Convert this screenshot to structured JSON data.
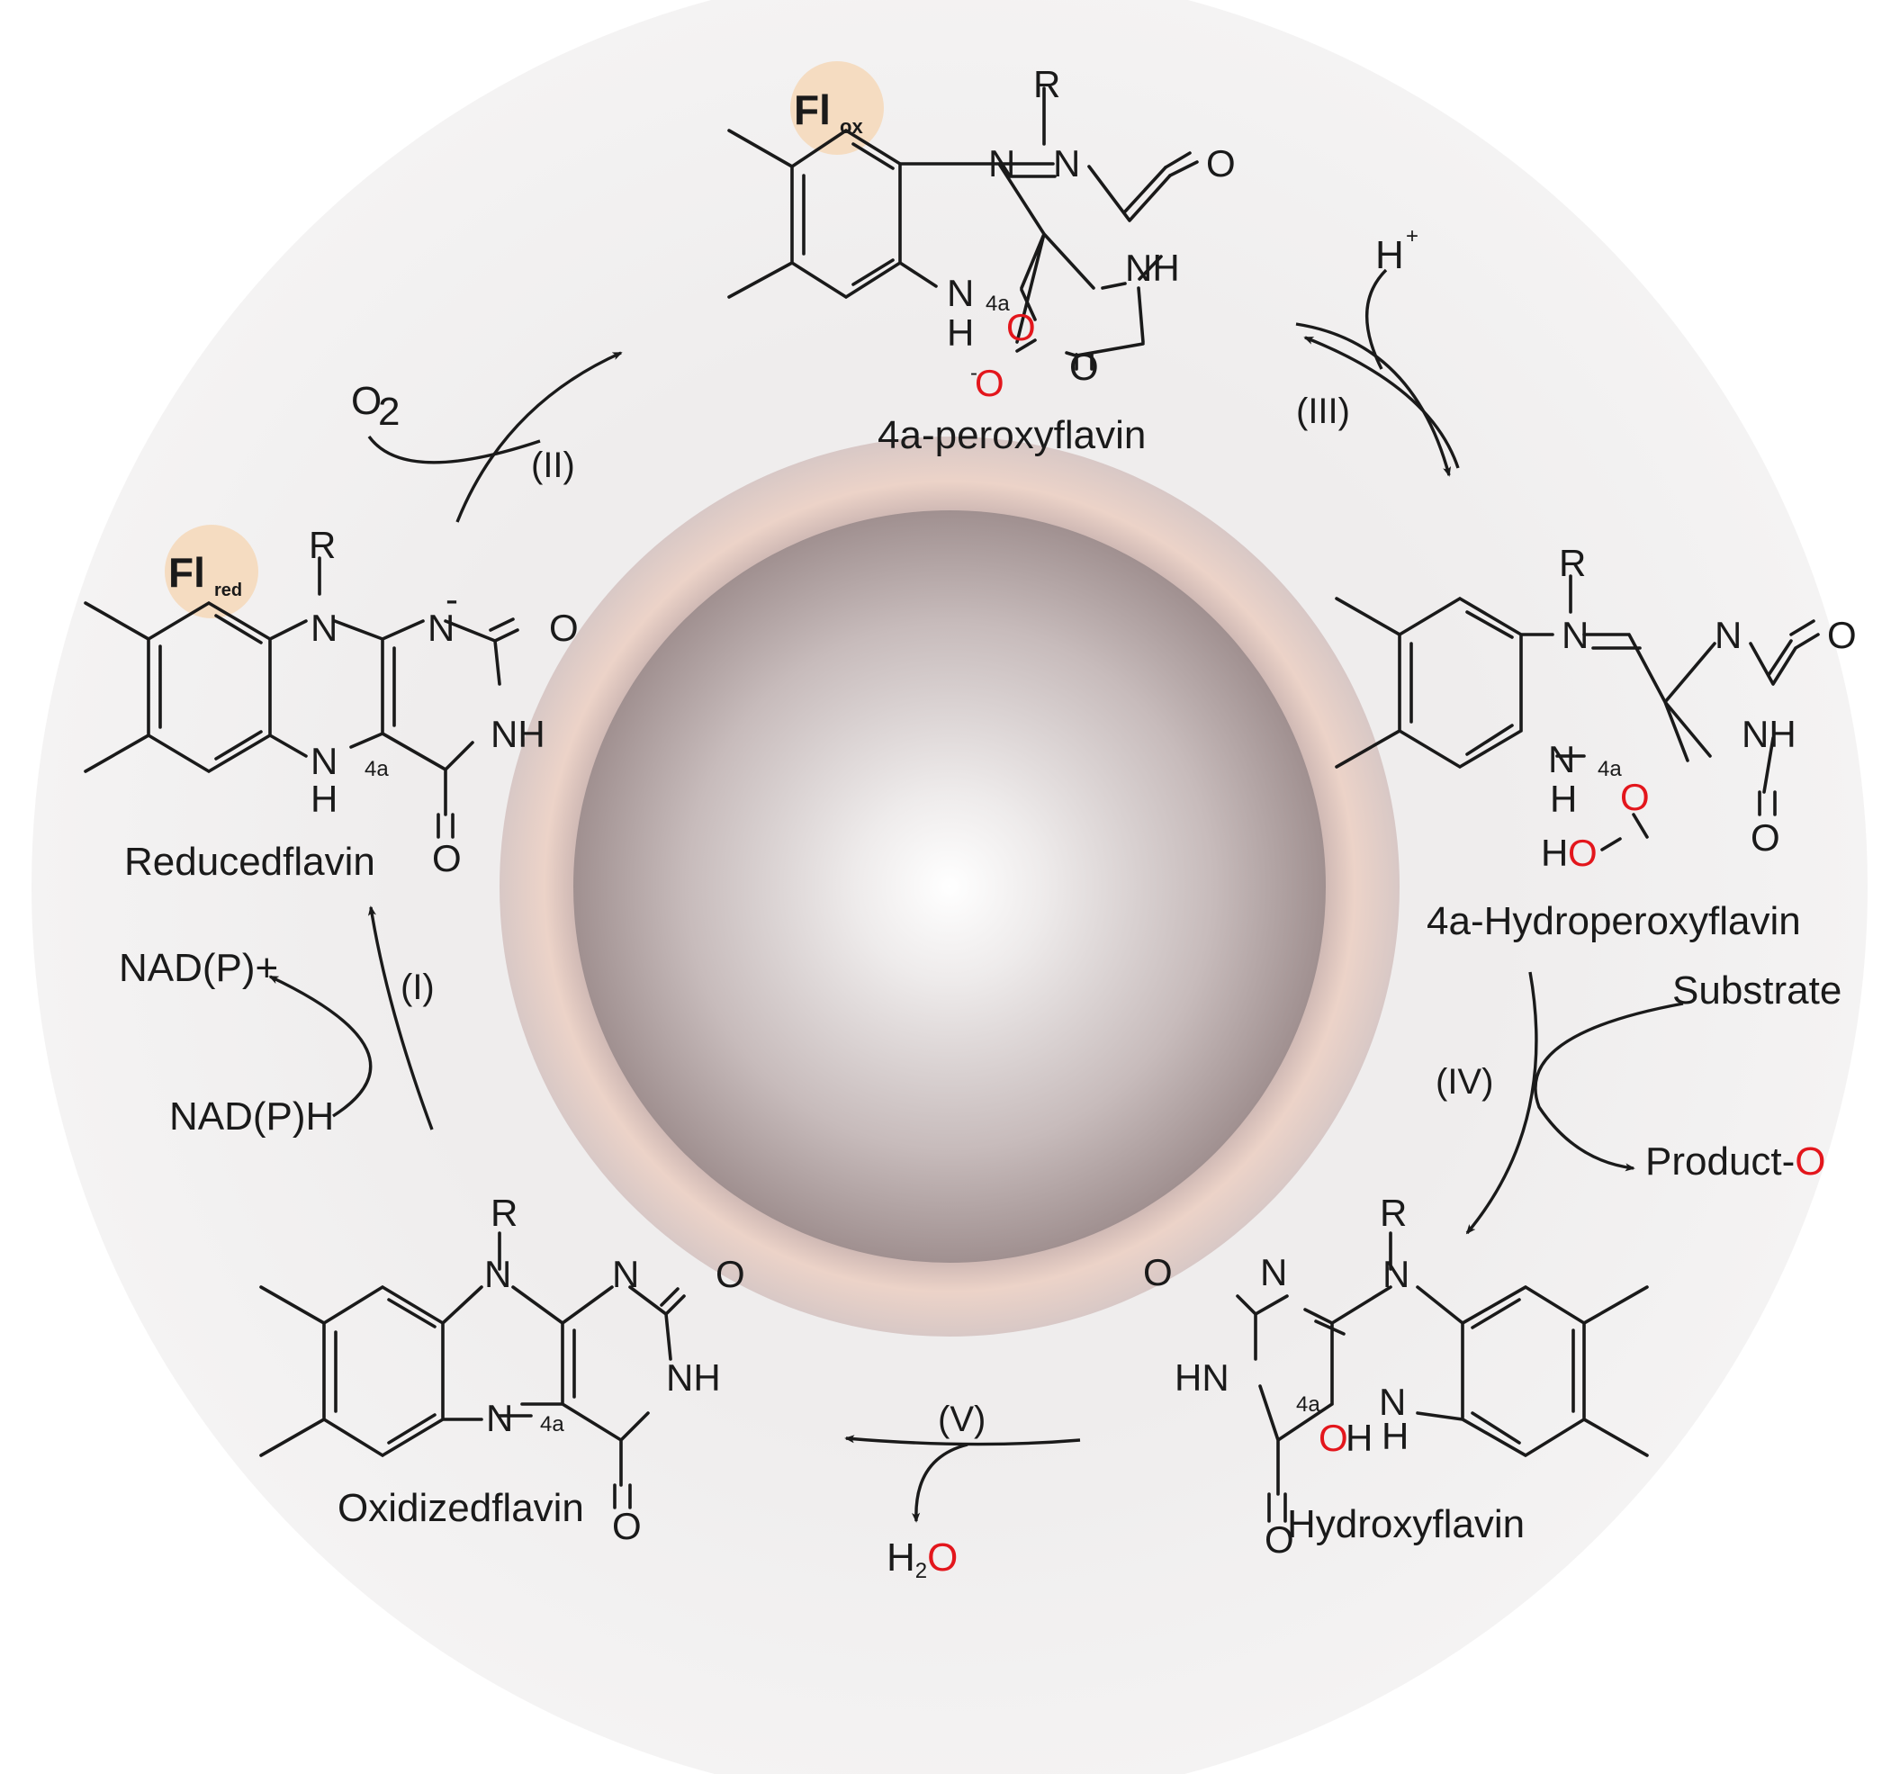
{
  "badges": {
    "oxidized": {
      "main": "Fl",
      "sub": "ox",
      "color": "#f5dcc1"
    },
    "reduced": {
      "main": "Fl",
      "sub": "red",
      "color": "#f5dcc1"
    }
  },
  "atoms": {
    "R": "R",
    "N": "N",
    "O": "O",
    "NH": "NH",
    "HN": "HN",
    "H": "H",
    "locant": "4a",
    "charge": "-",
    "OH_O": "O",
    "OH_H": "H",
    "HO_H": "H",
    "HO_O": "O"
  },
  "compounds": {
    "peroxy": "4a-peroxyflavin",
    "hydroperoxy": "4a-Hydroperoxyflavin",
    "hydroxy": "Hydroxyflavin",
    "oxidized": "Oxidizedflavin",
    "reduced": "Reducedflavin"
  },
  "steps": {
    "i": "(I)",
    "ii": "(II)",
    "iii": "(III)",
    "iv": "(IV)",
    "v": "(V)"
  },
  "reagents": {
    "o2_main": "O",
    "o2_sub": "2",
    "h_plus_main": "H",
    "h_plus_sup": "+",
    "nadp_plus": "NAD(P)+",
    "nadph": "NAD(P)H",
    "substrate": "Substrate",
    "product_main": "Product-",
    "product_o": "O",
    "water_h": "H",
    "water_sub": "2",
    "water_o": "O"
  },
  "colors": {
    "oxygen_red": "#e3161c",
    "badge_fill": "#f5dcc1",
    "ring_background": "#f0eeee",
    "sphere_center": "#ffffff",
    "sphere_edge": "#a89a9a"
  }
}
